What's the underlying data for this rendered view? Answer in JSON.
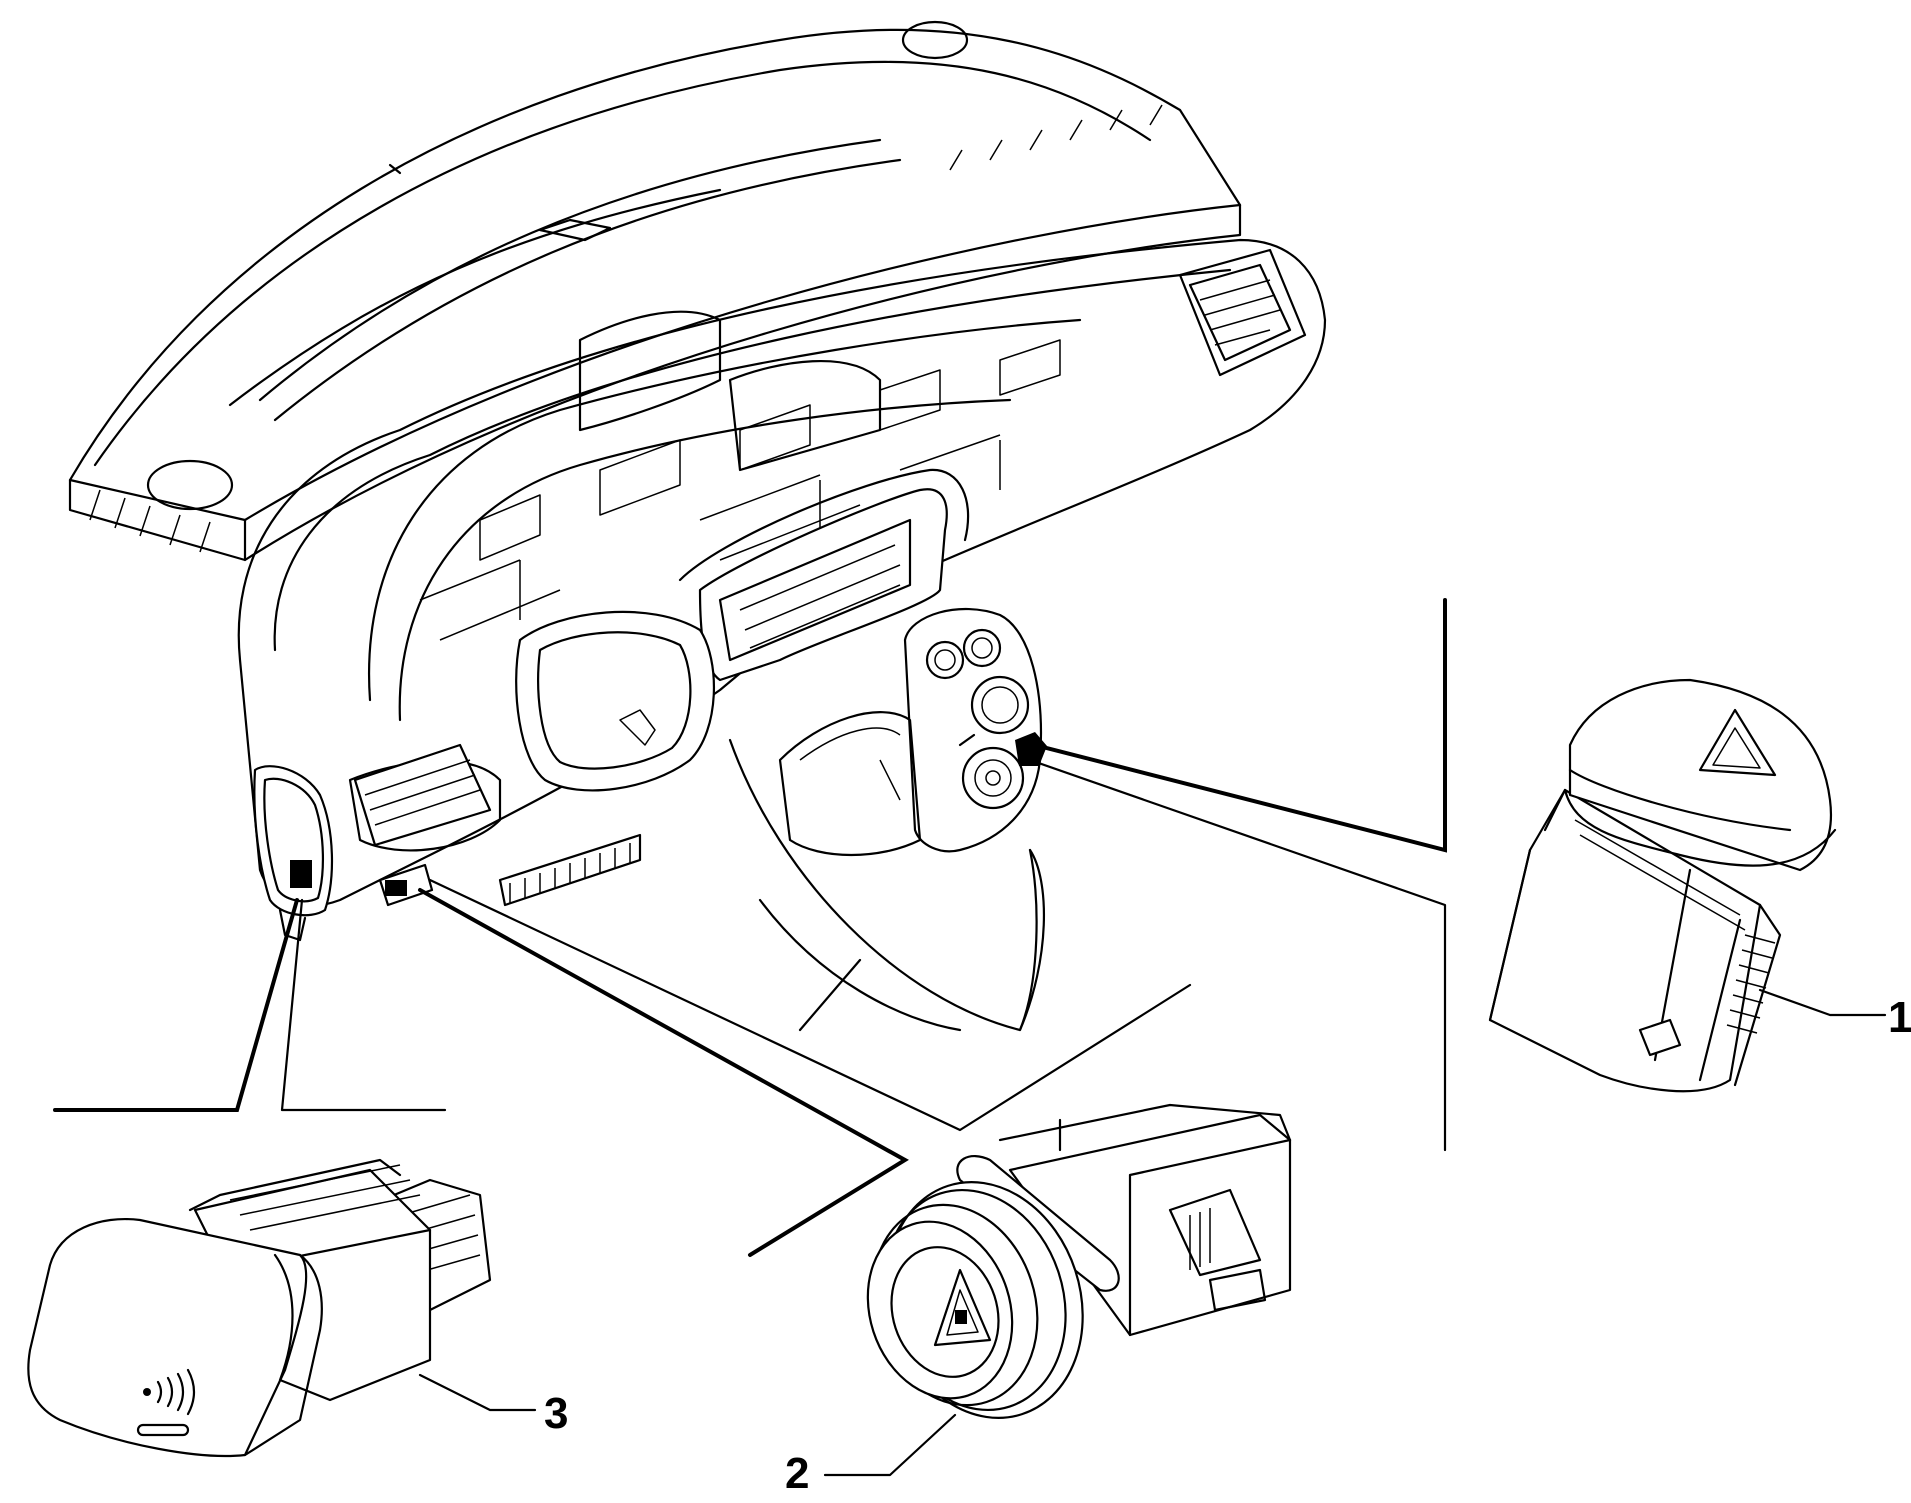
{
  "callouts": {
    "part1": "1",
    "part2": "2",
    "part3": "3"
  },
  "icons": {
    "part1": "hazard-triangle-icon",
    "part2": "hazard-triangle-icon",
    "part3": "parking-sensor-icon"
  },
  "colors": {
    "line": "#000000",
    "background": "#ffffff"
  }
}
